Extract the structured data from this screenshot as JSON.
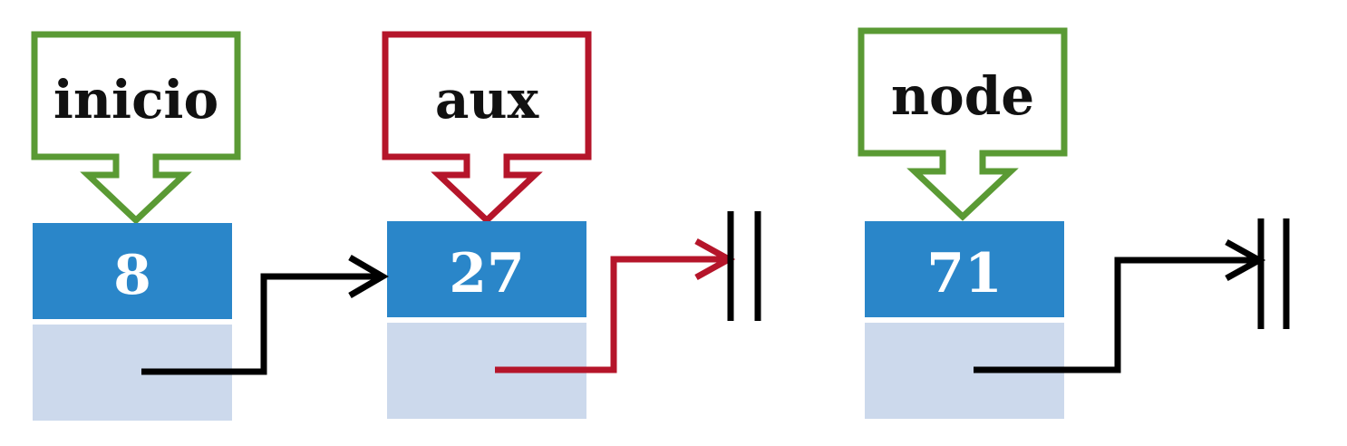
{
  "colors": {
    "pointer_green": "#5a9a34",
    "pointer_red": "#b5152a",
    "node_value_fill": "#2a86c9",
    "node_next_fill": "#ccd9ec",
    "value_text": "#ffffff",
    "link_black": "#000000",
    "link_red": "#b5152a"
  },
  "pointers": [
    {
      "label": "inicio",
      "color": "#5a9a34"
    },
    {
      "label": "aux",
      "color": "#b5152a"
    },
    {
      "label": "node",
      "color": "#5a9a34"
    }
  ],
  "nodes": [
    {
      "value": "8"
    },
    {
      "value": "27"
    },
    {
      "value": "71"
    }
  ]
}
